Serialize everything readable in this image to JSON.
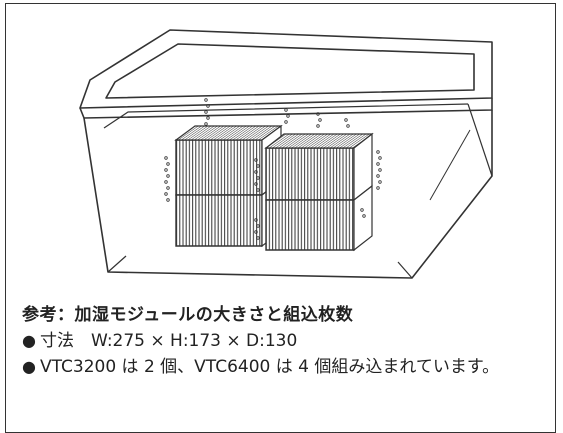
{
  "figure": {
    "subject": "humidifier-module-in-tray",
    "colors": {
      "line": "#333333",
      "module_fill": "#ffffff"
    }
  },
  "note": {
    "title": "参考：加湿モジュールの大きさと組込枚数",
    "items": [
      {
        "bullet": "●",
        "text": "寸法　W:275 × H:173 × D:130"
      },
      {
        "bullet": "●",
        "text": "VTC3200 は 2 個、VTC6400 は 4 個組み込まれています。"
      }
    ]
  }
}
